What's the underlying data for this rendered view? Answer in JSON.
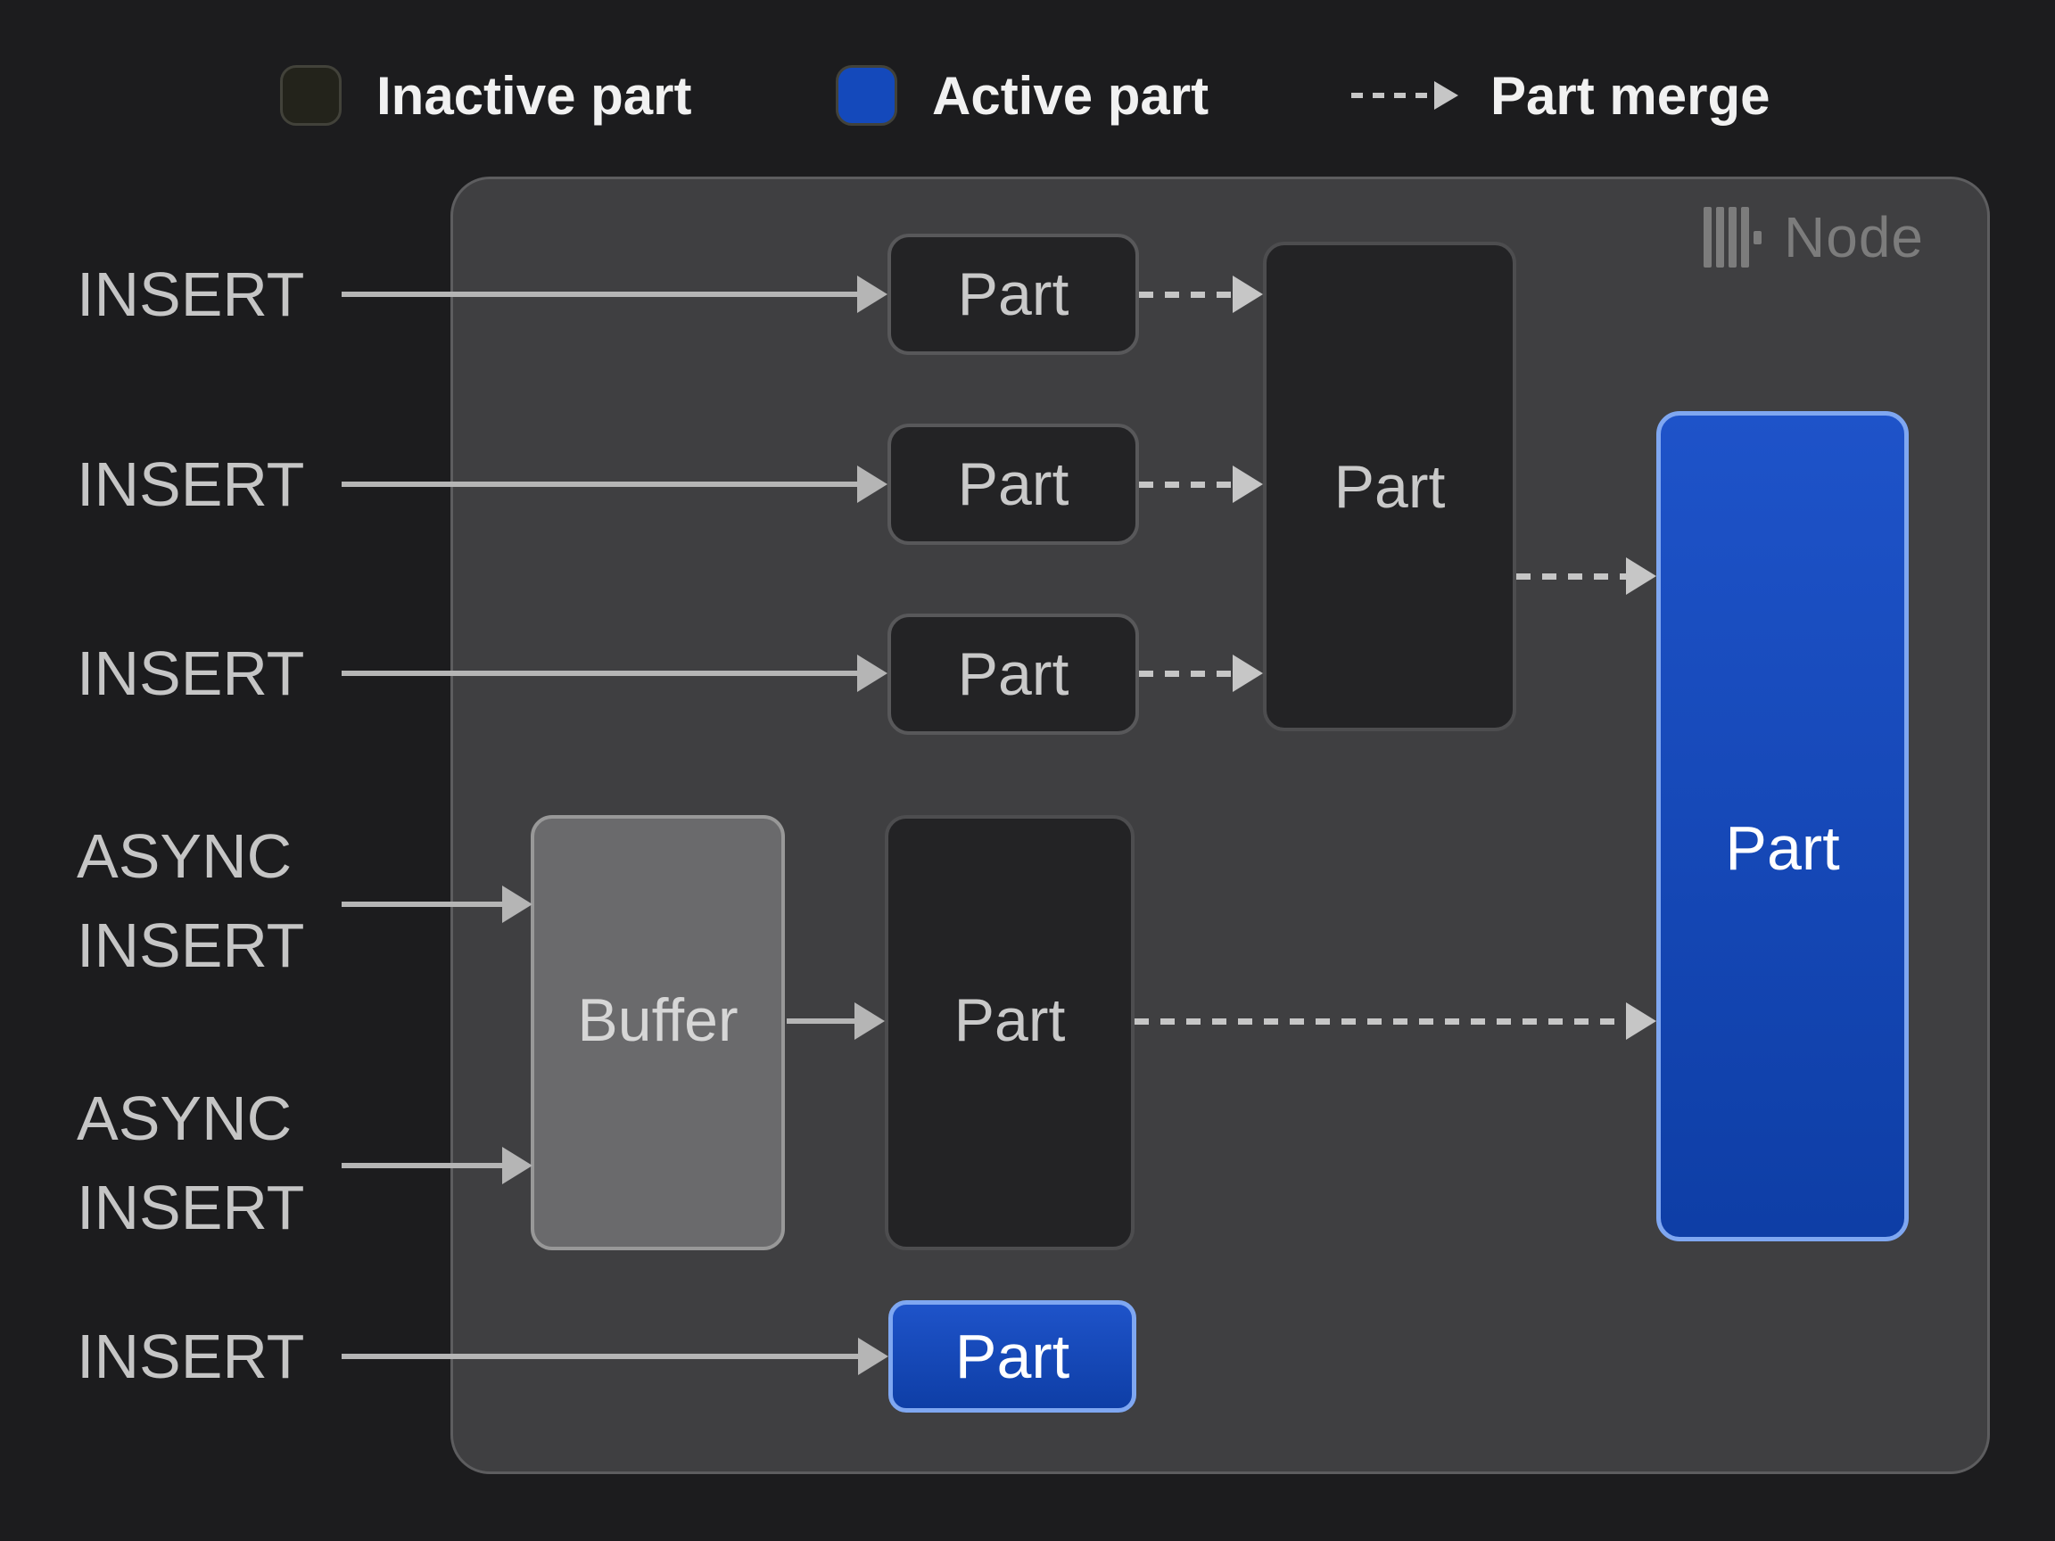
{
  "legend": {
    "inactive": {
      "label": "Inactive part"
    },
    "active": {
      "label": "Active part"
    },
    "merge": {
      "label": "Part merge"
    }
  },
  "node": {
    "title": "Node",
    "icon": "clickhouse-bars-icon"
  },
  "inputs": {
    "insert_1": "INSERT",
    "insert_2": "INSERT",
    "insert_3": "INSERT",
    "async_1": {
      "line1": "ASYNC",
      "line2": "INSERT"
    },
    "async_2": {
      "line1": "ASYNC",
      "line2": "INSERT"
    },
    "insert_4": "INSERT"
  },
  "boxes": {
    "part_small_1": "Part",
    "part_small_2": "Part",
    "part_small_3": "Part",
    "part_merged": "Part",
    "buffer": "Buffer",
    "part_from_buffer": "Part",
    "part_active_large": "Part",
    "part_active_new": "Part"
  },
  "colors": {
    "bg": "#1c1c1e",
    "node-fill": "#3f3f41",
    "node-border": "#5d5d5f",
    "node-text": "#7c7c7c",
    "part-fill": "#232325",
    "part-border": "#58585a",
    "merged-border": "#4d4d4f",
    "part-text": "#c9c9c9",
    "buffer-fill": "#6a6a6c",
    "buffer-border": "#989898",
    "buffer-text": "#d6d6d6",
    "active-top": "#1e53c9",
    "active-bottom": "#0e3ea6",
    "active-border": "#7fa7f1",
    "legend-active": "#1449bb",
    "legend-inactive-fill": "#23231b",
    "legend-inactive-border": "#42423a",
    "legend-text": "#f1f1f1",
    "arrow": "#b5b5b5",
    "dash": "#c6c6c6",
    "label-text": "#c5c5c5"
  }
}
